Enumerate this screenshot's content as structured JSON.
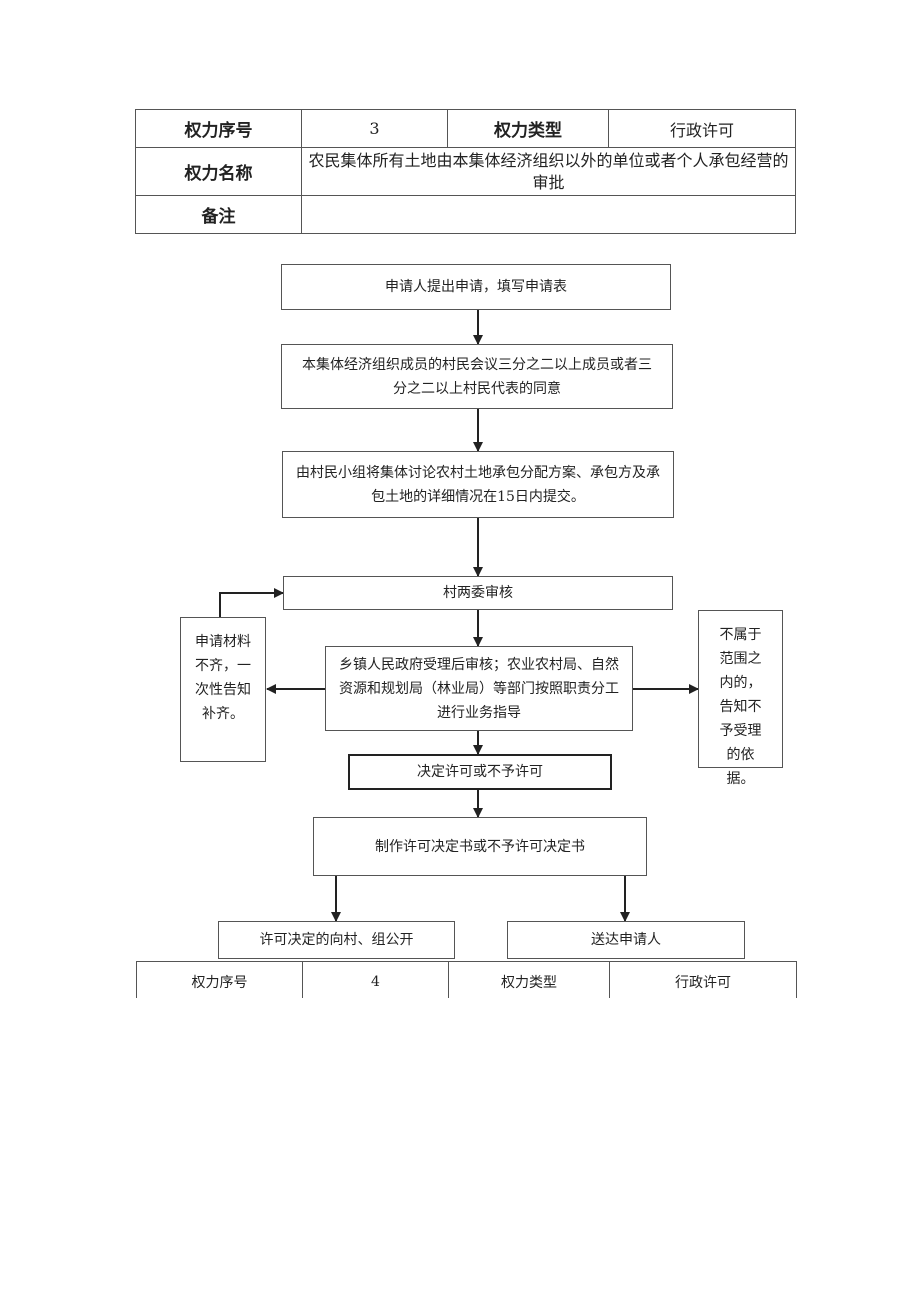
{
  "table1": {
    "seq_label": "权力序号",
    "seq_value": "3",
    "type_label": "权力类型",
    "type_value": "行政许可",
    "name_label": "权力名称",
    "name_value": "农民集体所有土地由本集体经济组织以外的单位或者个人承包经营的审批",
    "remark_label": "备注",
    "remark_value": ""
  },
  "flow": {
    "step1": "申请人提出申请，填写申请表",
    "step2": "本集体经济组织成员的村民会议三分之二以上成员或者三分之二以上村民代表的同意",
    "step3": "由村民小组将集体讨论农村土地承包分配方案、承包方及承包土地的详细情况在15日内提交。",
    "step4": "村两委审核",
    "step5": "乡镇人民政府受理后审核；农业农村局、自然资源和规划局（林业局）等部门按照职责分工进行业务指导",
    "left_note": "申请材料不齐，一次性告知补齐。",
    "right_note": "不属于范围之内的，告知不予受理的依据。",
    "step6": "决定许可或不予许可",
    "step7": "制作许可决定书或不予许可决定书",
    "step8_left": "许可决定的向村、组公开",
    "step8_right": "送达申请人"
  },
  "table2": {
    "seq_label": "权力序号",
    "seq_value": "4",
    "type_label": "权力类型",
    "type_value": "行政许可"
  }
}
